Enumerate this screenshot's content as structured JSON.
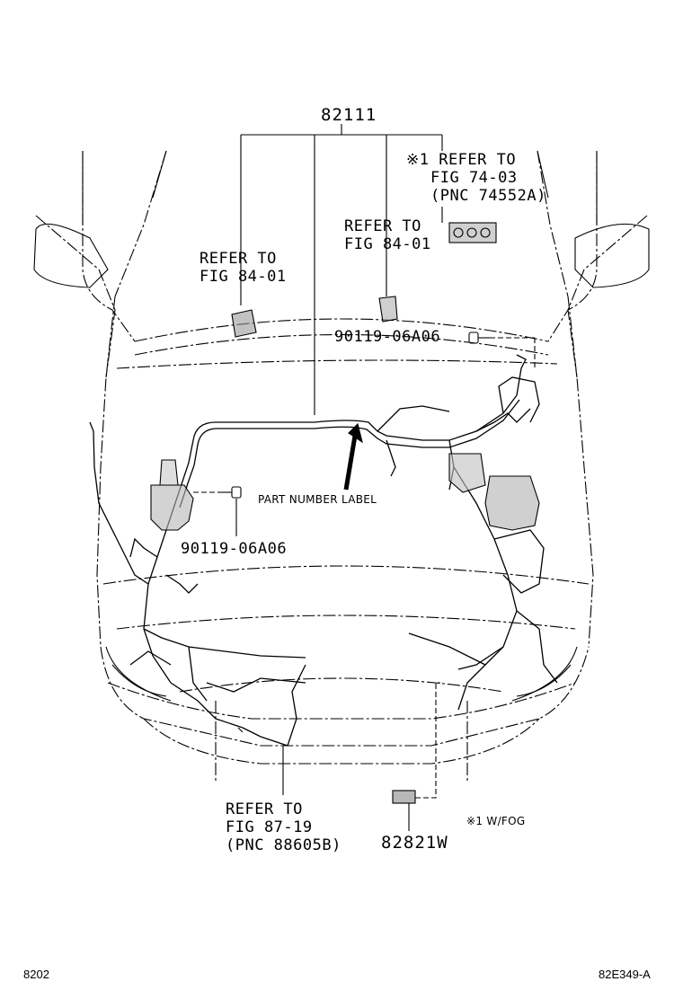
{
  "main_part_number": "82111",
  "callouts": {
    "fog_switch_ref": {
      "line1": "※1 REFER TO",
      "line2": "FIG 74-03",
      "line3": "(PNC 74552A)"
    },
    "ref_84_01_right": {
      "line1": "REFER TO",
      "line2": "FIG 84-01"
    },
    "ref_84_01_left": {
      "line1": "REFER TO",
      "line2": "FIG 84-01"
    },
    "bolt_upper": "90119-06A06",
    "bolt_lower": "90119-06A06",
    "part_number_label": "PART NUMBER LABEL",
    "ref_87_19": {
      "line1": "REFER TO",
      "line2": "FIG 87-19",
      "line3": "(PNC 88605B)"
    },
    "part_82821w": "82821W",
    "footnote": "※1 W/FOG"
  },
  "footer": {
    "left_code": "8202",
    "right_code": "82E349-A"
  }
}
